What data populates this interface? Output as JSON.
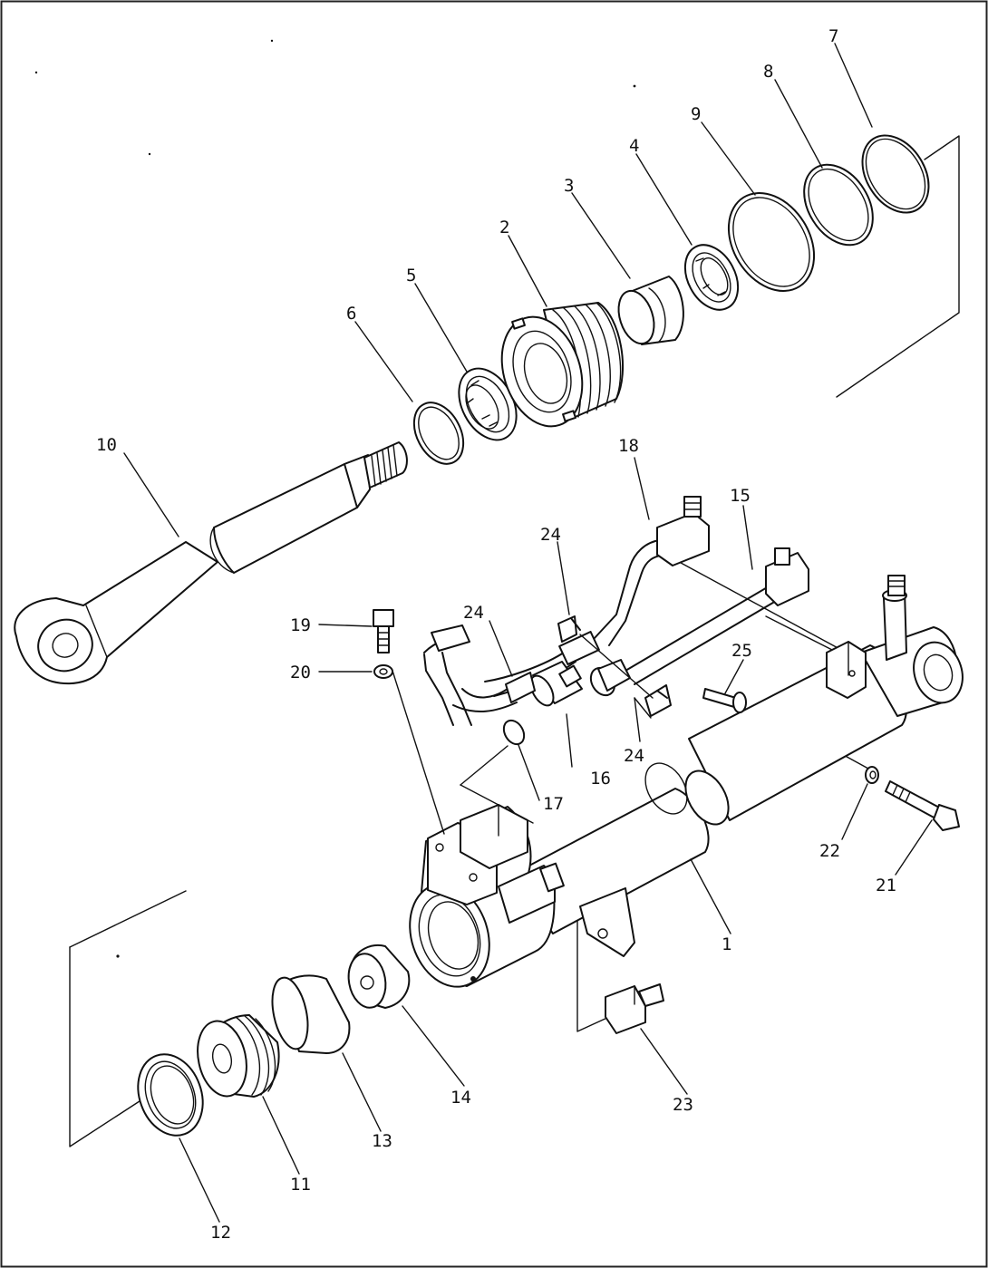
{
  "diagram": {
    "labels": [
      {
        "id": "p1",
        "text": "1"
      },
      {
        "id": "p2",
        "text": "2"
      },
      {
        "id": "p3",
        "text": "3"
      },
      {
        "id": "p4",
        "text": "4"
      },
      {
        "id": "p5",
        "text": "5"
      },
      {
        "id": "p6",
        "text": "6"
      },
      {
        "id": "p7",
        "text": "7"
      },
      {
        "id": "p8",
        "text": "8"
      },
      {
        "id": "p9",
        "text": "9"
      },
      {
        "id": "p10",
        "text": "10"
      },
      {
        "id": "p11",
        "text": "11"
      },
      {
        "id": "p12",
        "text": "12"
      },
      {
        "id": "p13",
        "text": "13"
      },
      {
        "id": "p14",
        "text": "14"
      },
      {
        "id": "p15",
        "text": "15"
      },
      {
        "id": "p16",
        "text": "16"
      },
      {
        "id": "p17",
        "text": "17"
      },
      {
        "id": "p18",
        "text": "18"
      },
      {
        "id": "p19",
        "text": "19"
      },
      {
        "id": "p20",
        "text": "20"
      },
      {
        "id": "p21",
        "text": "21"
      },
      {
        "id": "p22",
        "text": "22"
      },
      {
        "id": "p23",
        "text": "23"
      },
      {
        "id": "p24a",
        "text": "24"
      },
      {
        "id": "p24b",
        "text": "24"
      },
      {
        "id": "p24c",
        "text": "24"
      },
      {
        "id": "p25",
        "text": "25"
      }
    ]
  }
}
